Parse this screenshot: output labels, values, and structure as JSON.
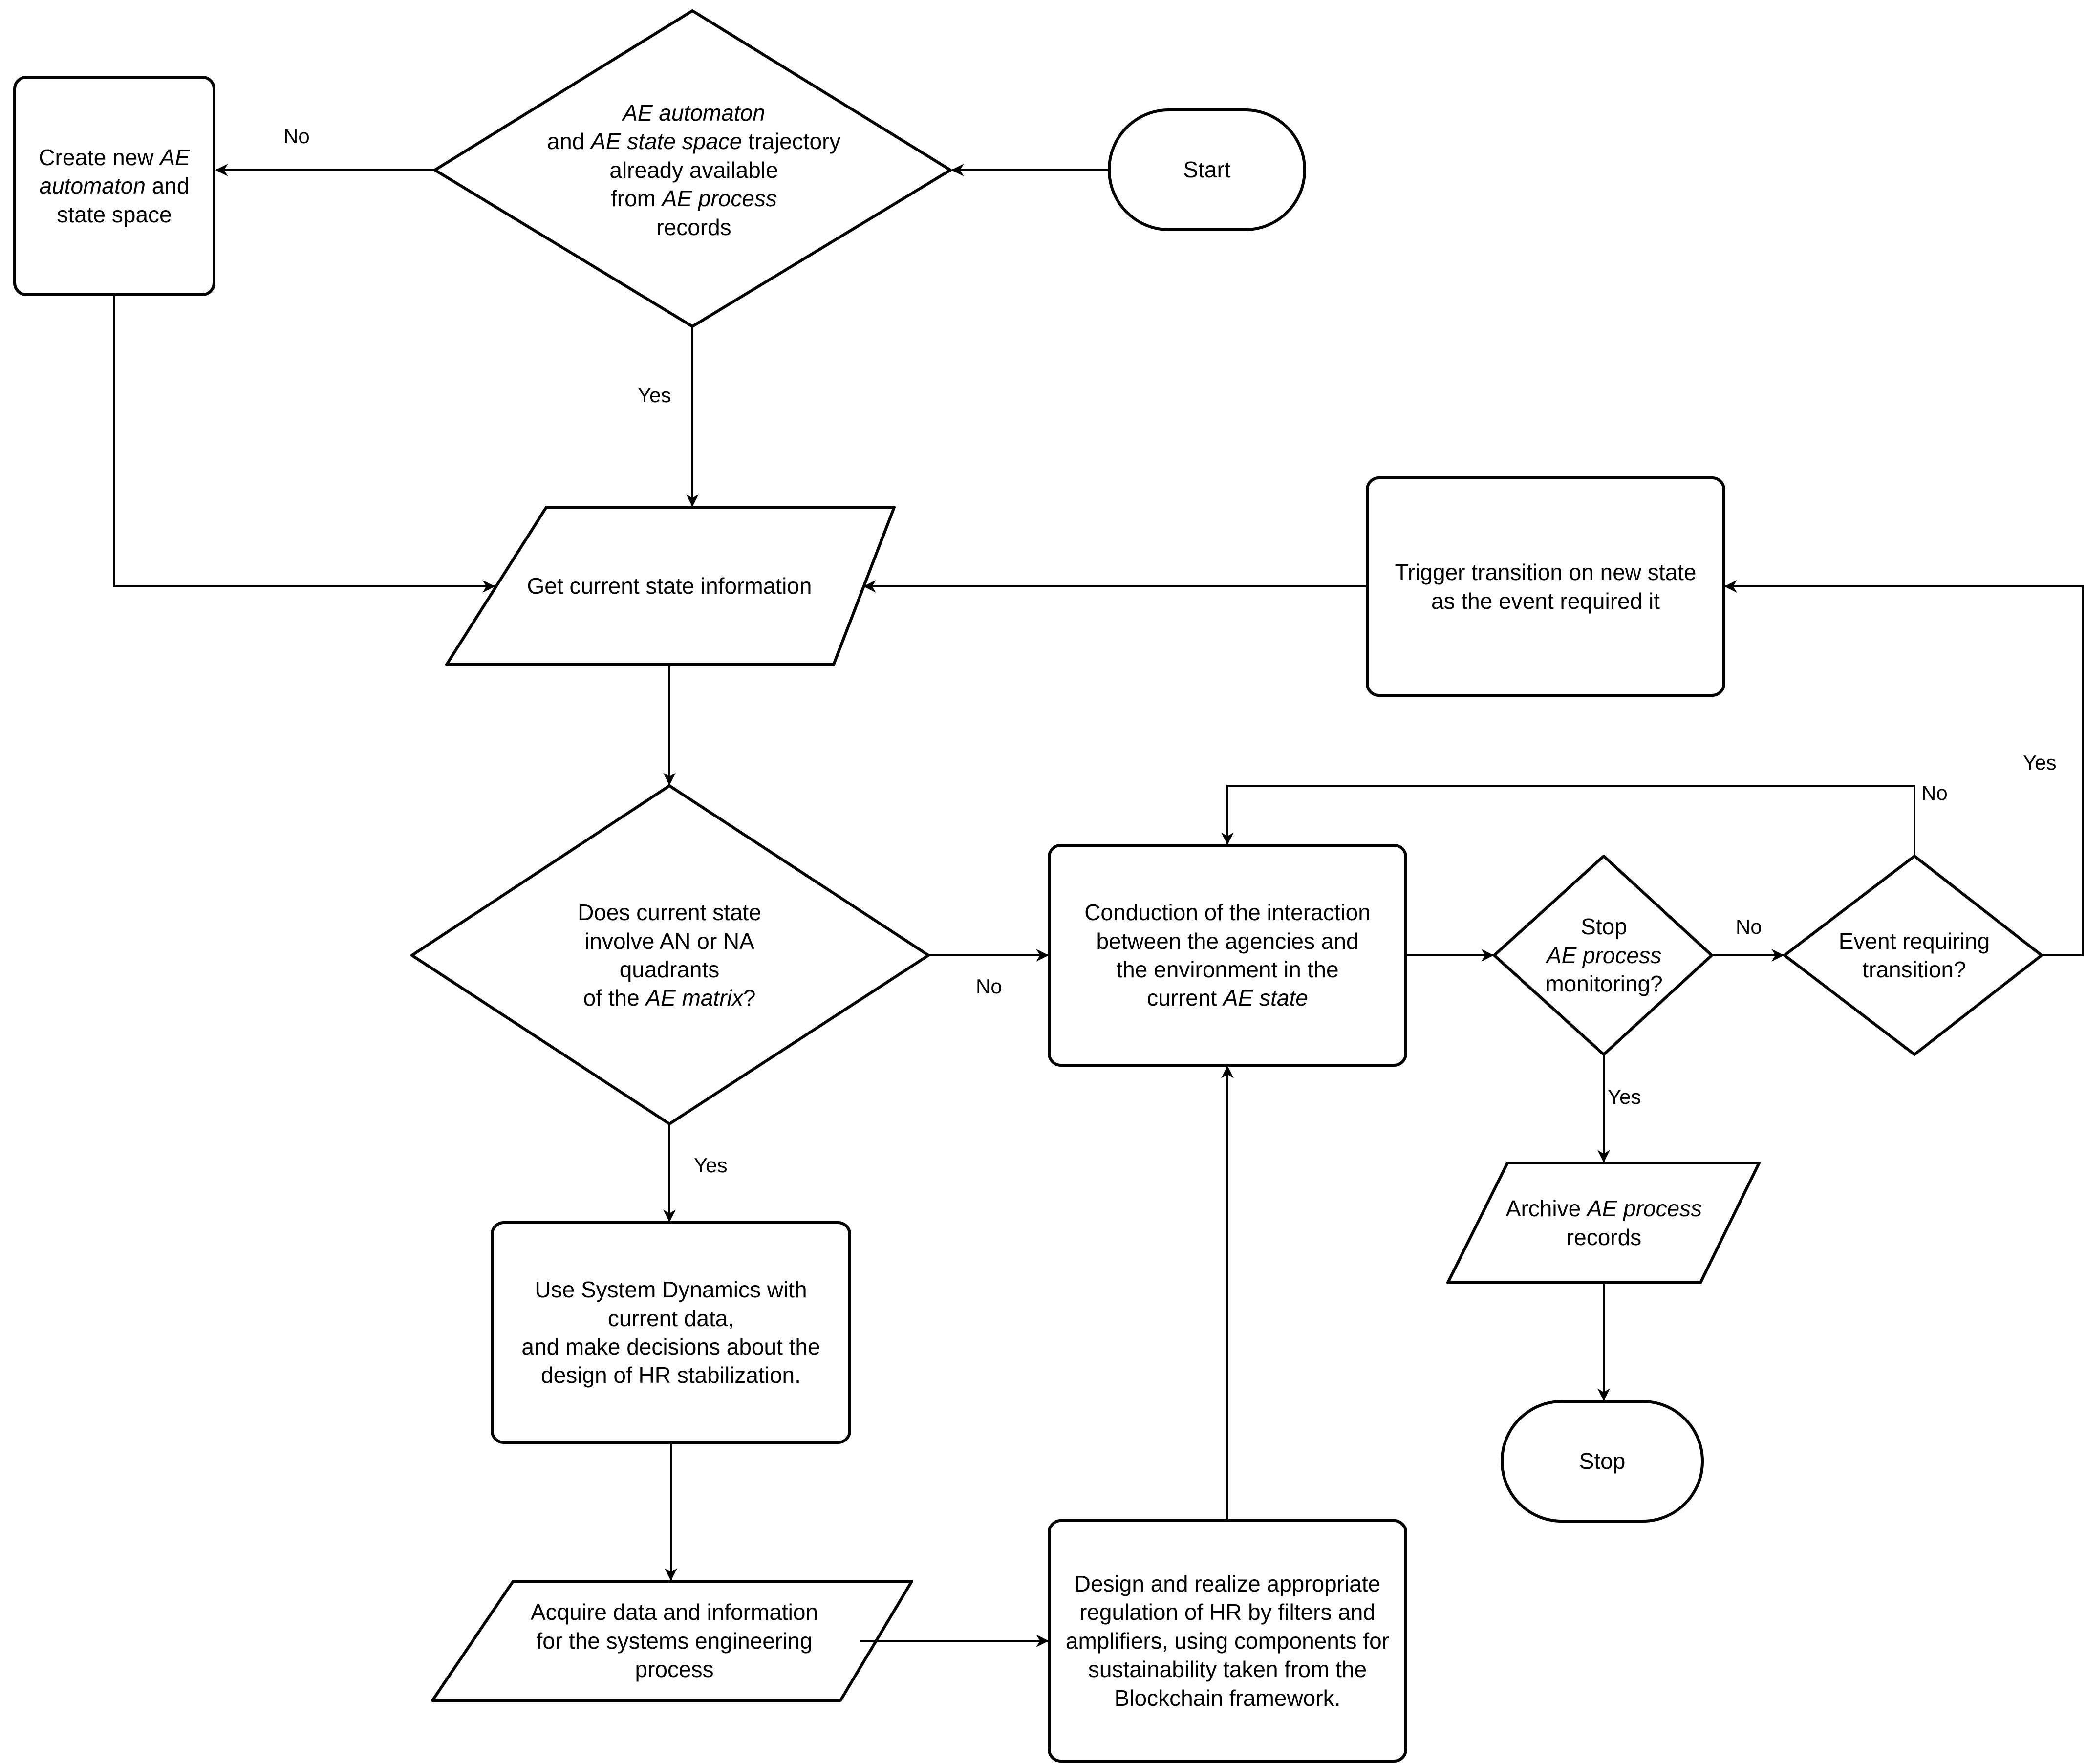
{
  "nodes": {
    "start": {
      "lines": [
        [
          "Start"
        ]
      ]
    },
    "decision1": {
      "lines": [
        [
          "*AE automaton"
        ],
        [
          "and ",
          "*AE state space",
          " trajectory"
        ],
        [
          "already available"
        ],
        [
          "from ",
          "*AE process"
        ],
        [
          "records"
        ]
      ]
    },
    "create": {
      "lines": [
        [
          "Create new ",
          "*AE"
        ],
        [
          "*automaton",
          " and"
        ],
        [
          "state space"
        ]
      ]
    },
    "getstate": {
      "lines": [
        [
          "Get current state information"
        ]
      ]
    },
    "trigger": {
      "lines": [
        [
          "Trigger transition on new state"
        ],
        [
          "as the event required it"
        ]
      ]
    },
    "decision2": {
      "lines": [
        [
          "Does current state"
        ],
        [
          "involve AN or NA"
        ],
        [
          "quadrants"
        ],
        [
          "of the ",
          "*AE matrix",
          "?"
        ]
      ]
    },
    "conduct": {
      "lines": [
        [
          "Conduction of the interaction"
        ],
        [
          "between the agencies and"
        ],
        [
          "the environment in the"
        ],
        [
          "current ",
          "*AE state"
        ]
      ]
    },
    "stopmon": {
      "lines": [
        [
          "Stop"
        ],
        [
          "*AE process"
        ],
        [
          "monitoring?"
        ]
      ]
    },
    "event": {
      "lines": [
        [
          "Event requiring"
        ],
        [
          "transition?"
        ]
      ]
    },
    "sysdyn": {
      "lines": [
        [
          "Use System Dynamics with"
        ],
        [
          "current data,"
        ],
        [
          "and make decisions about the"
        ],
        [
          "design of HR  stabilization."
        ]
      ]
    },
    "archive": {
      "lines": [
        [
          "Archive ",
          "*AE process"
        ],
        [
          "records"
        ]
      ]
    },
    "stop": {
      "lines": [
        [
          "Stop"
        ]
      ]
    },
    "acquire": {
      "lines": [
        [
          "Acquire data and information"
        ],
        [
          "for the  systems engineering"
        ],
        [
          "process"
        ]
      ]
    },
    "design": {
      "lines": [
        [
          "Design and realize appropriate"
        ],
        [
          "regulation of HR by filters and"
        ],
        [
          "amplifiers, using components for"
        ],
        [
          "sustainability taken from the"
        ],
        [
          "Blockchain framework."
        ]
      ]
    }
  },
  "edge_labels": {
    "d1_no": "No",
    "d1_yes": "Yes",
    "event_yes": "Yes",
    "event_no": "No",
    "stopmon_no": "No",
    "d2_no": "No",
    "d2_yes": "Yes",
    "stopmon_yes": "Yes"
  }
}
